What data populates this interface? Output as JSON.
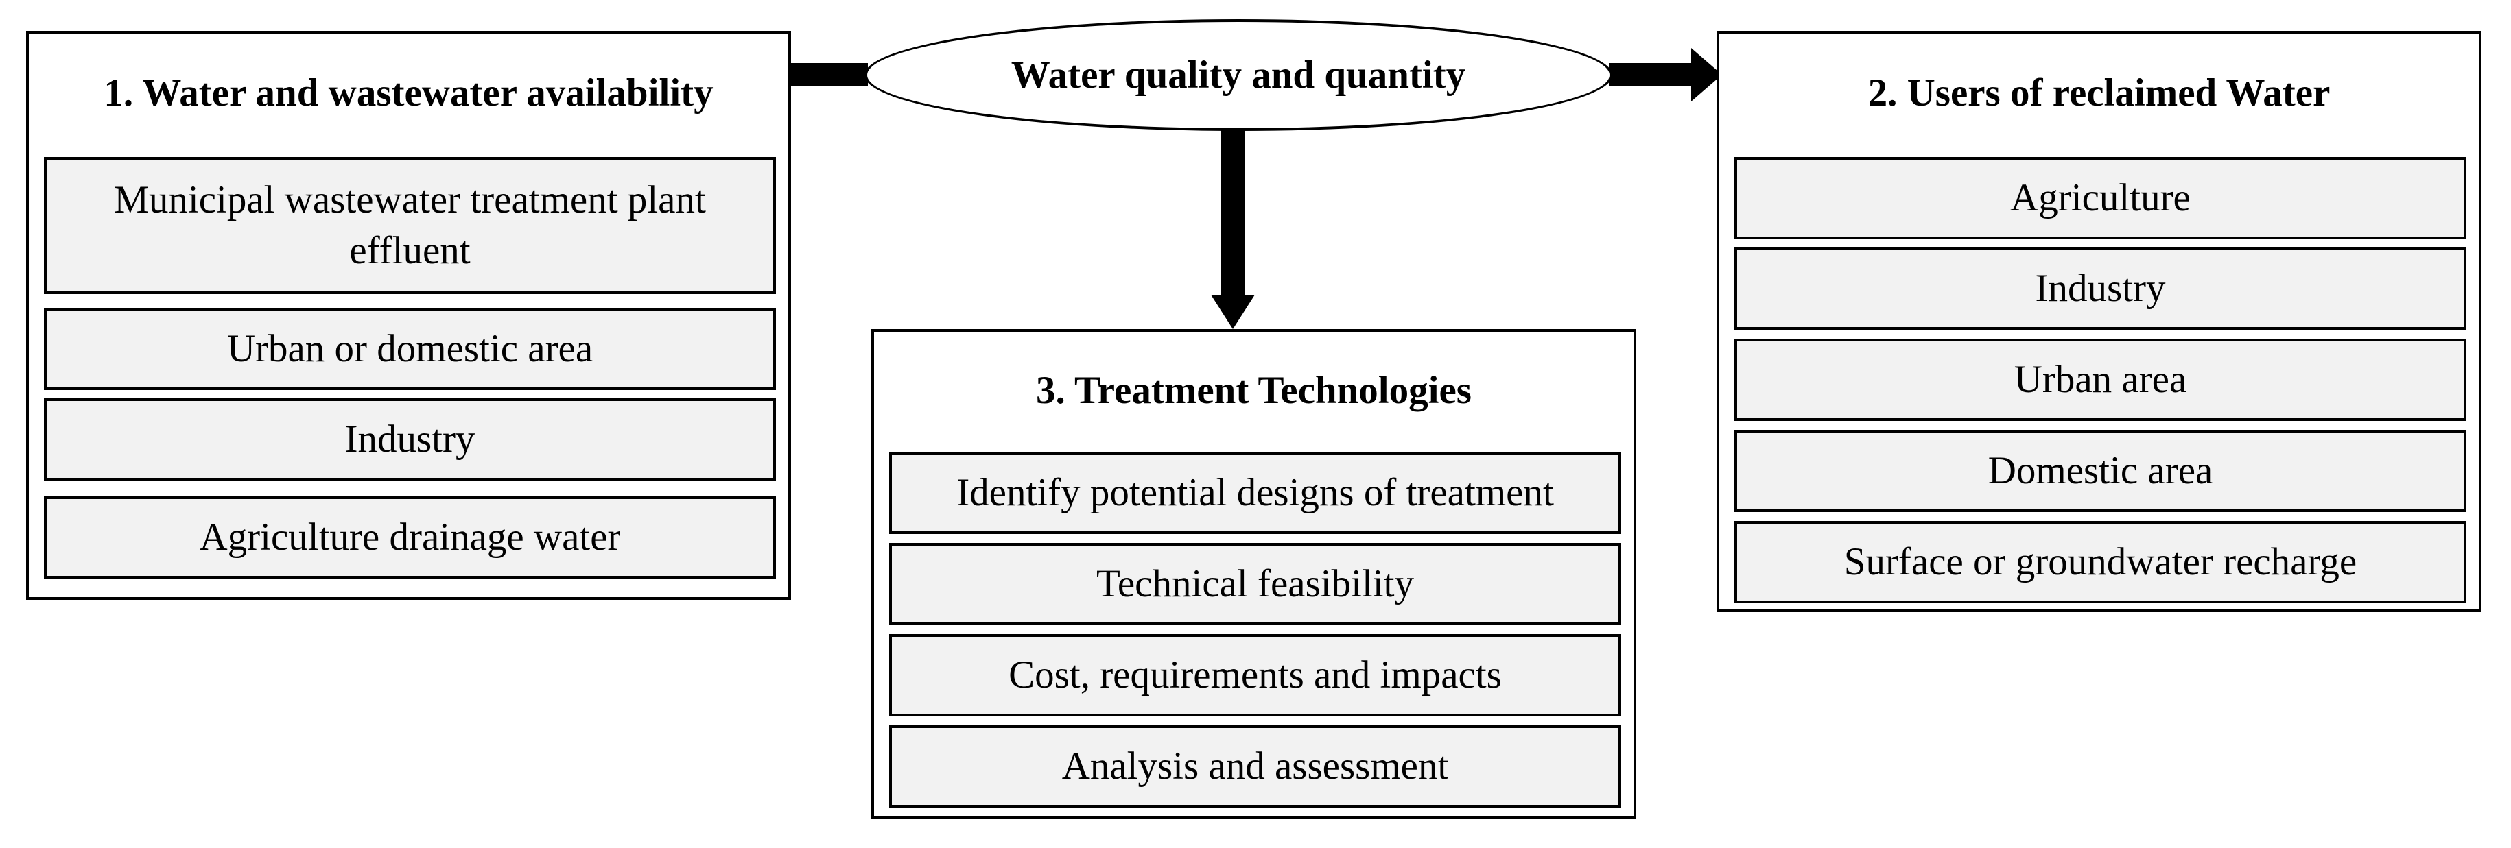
{
  "hub": {
    "label": "Water quality and quantity"
  },
  "panel_availability": {
    "title": "1. Water and wastewater availability",
    "items": [
      "Municipal wastewater treatment plant effluent",
      "Urban or domestic area",
      "Industry",
      "Agriculture  drainage water"
    ]
  },
  "panel_users": {
    "title": "2. Users of reclaimed Water",
    "items": [
      "Agriculture",
      "Industry",
      "Urban area",
      "Domestic area",
      "Surface or groundwater recharge"
    ]
  },
  "panel_treatment": {
    "title": "3. Treatment Technologies",
    "items": [
      "Identify potential designs of treatment",
      "Technical  feasibility",
      "Cost, requirements and impacts",
      "Analysis and assessment"
    ]
  }
}
